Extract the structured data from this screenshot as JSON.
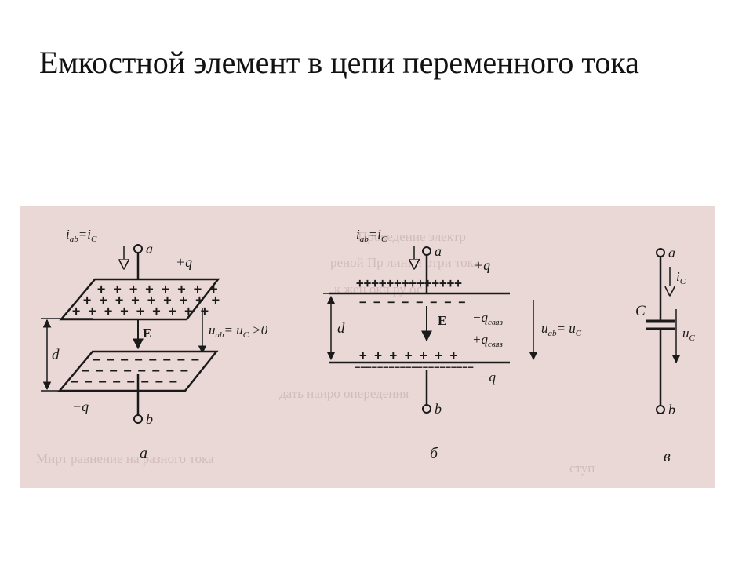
{
  "slide": {
    "title": "Емкостной элемент в цепи переменного тока"
  },
  "figure_a": {
    "current_label": "i",
    "current_sub": "ab",
    "current_eq": "=i",
    "current_sub2": "C",
    "node_a": "a",
    "node_b": "b",
    "charge_top": "+q",
    "charge_bottom": "−q",
    "field": "E",
    "gap": "d",
    "voltage_label": "u",
    "voltage_sub": "ab",
    "voltage_eq": "= u",
    "voltage_sub2": "C",
    "voltage_tail": " >0",
    "caption": "а"
  },
  "figure_b": {
    "current_label": "i",
    "current_sub": "ab",
    "current_eq": "=i",
    "current_sub2": "C",
    "node_a": "a",
    "node_b": "b",
    "charge_top": "+q",
    "charge_bottom": "−q",
    "bound_neg": "−q",
    "bound_neg_sub": "связ",
    "bound_pos": "+q",
    "bound_pos_sub": "связ",
    "field": "E",
    "gap": "d",
    "plus_row_top": "++++++++++++++",
    "minus_row_top": "− − − − − − − −",
    "plus_row_bottom": "+  +  +  +  +  +  +",
    "minus_row_bottom": "−−−−−−−−−−−−−−−−−−−−−",
    "voltage_label": "u",
    "voltage_sub": "ab",
    "voltage_eq": "= u",
    "voltage_sub2": "C",
    "caption": "б"
  },
  "figure_c": {
    "node_a": "a",
    "node_b": "b",
    "current_label": "i",
    "current_sub": "C",
    "capacitor": "C",
    "voltage_label": "u",
    "voltage_sub": "C",
    "caption": "в"
  },
  "colors": {
    "figure_background": "#ead8d6",
    "ink": "#1a1a1a"
  }
}
